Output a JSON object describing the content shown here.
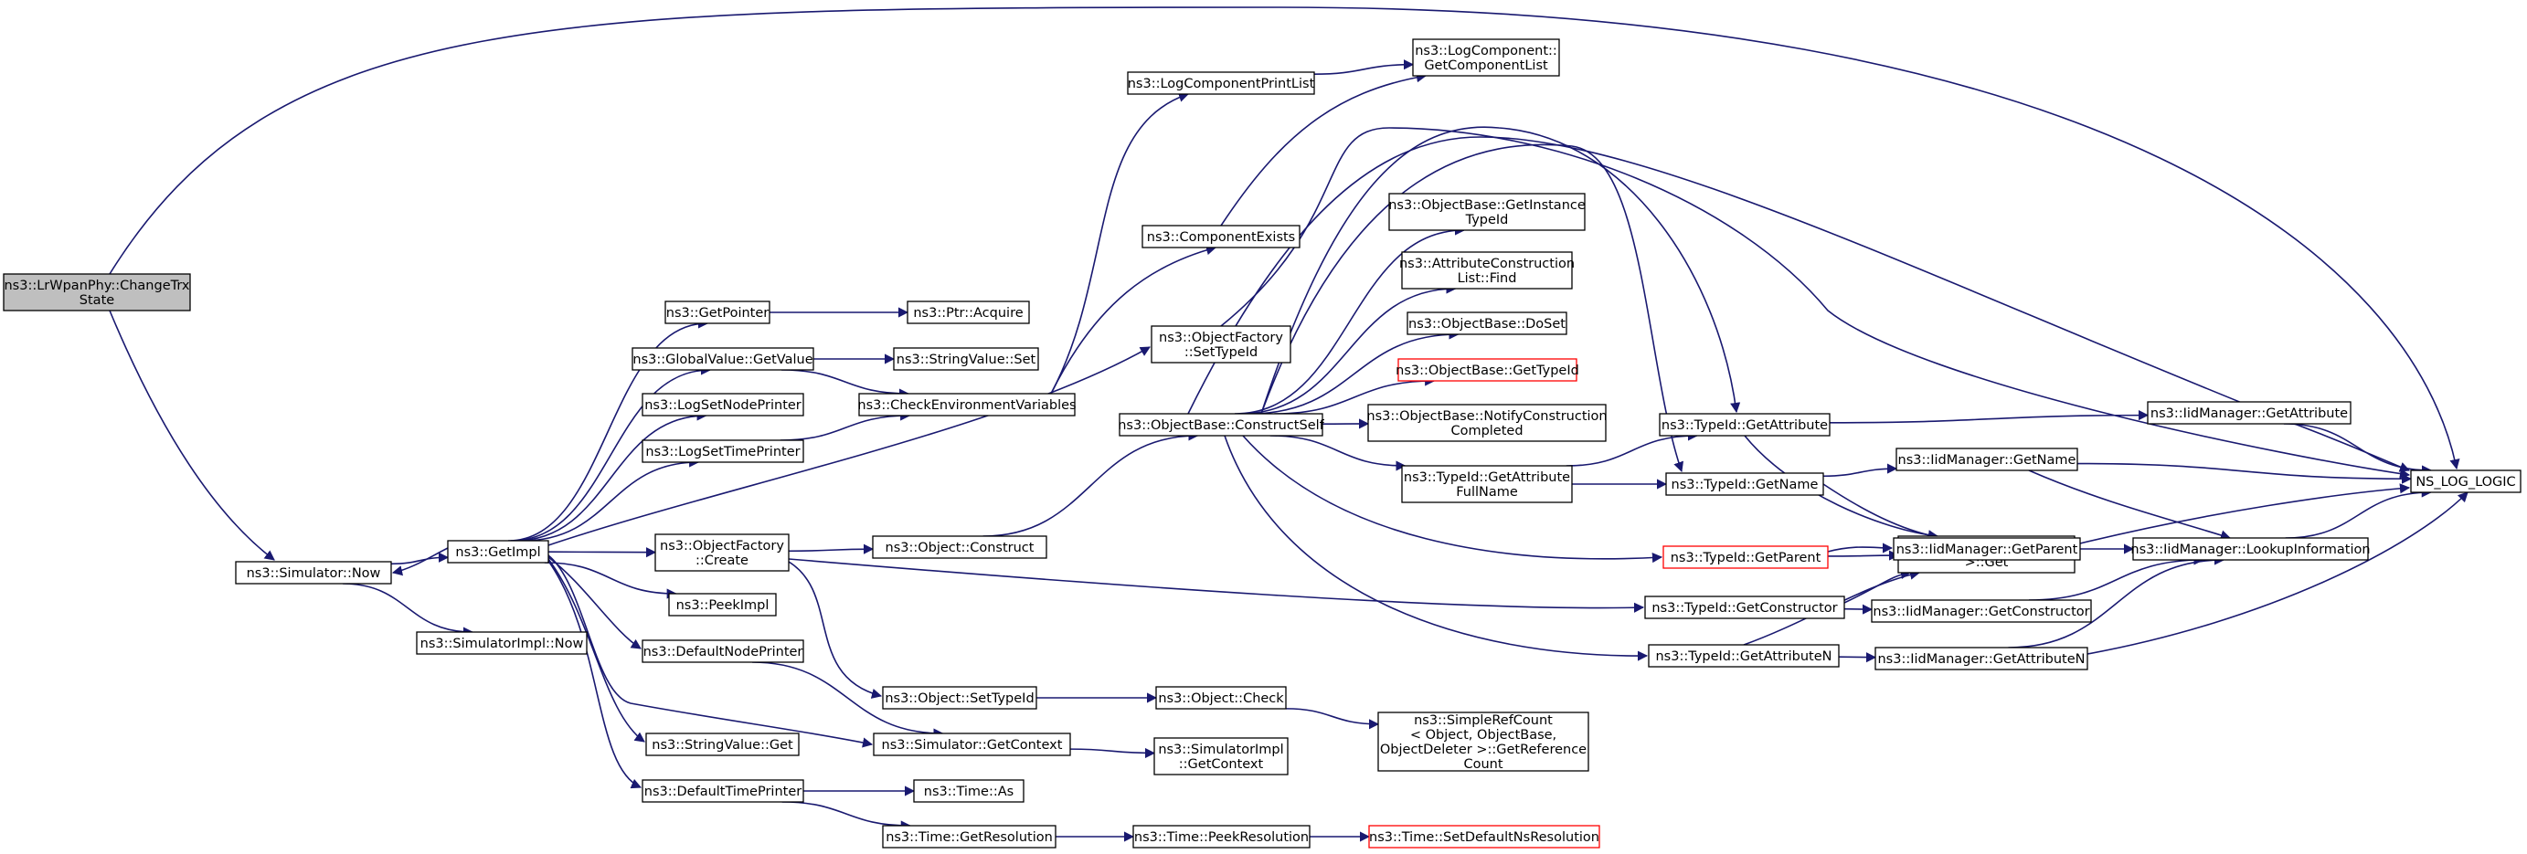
{
  "graph": {
    "edge_color": "#191970",
    "node_border_color": "#000000",
    "highlight_border_color": "#ff0000",
    "root_fill_color": "#bfbfbf",
    "nodes": [
      {
        "id": "changetrx",
        "lines": [
          "ns3::LrWpanPhy::ChangeTrx",
          "State"
        ],
        "style": "root"
      },
      {
        "id": "simnow",
        "lines": [
          "ns3::Simulator::Now"
        ]
      },
      {
        "id": "simimplnow",
        "lines": [
          "ns3::SimulatorImpl::Now"
        ]
      },
      {
        "id": "getimpl",
        "lines": [
          "ns3::GetImpl"
        ]
      },
      {
        "id": "getpointer",
        "lines": [
          "ns3::GetPointer"
        ]
      },
      {
        "id": "ptracquire",
        "lines": [
          "ns3::Ptr::Acquire"
        ]
      },
      {
        "id": "gvgetvalue",
        "lines": [
          "ns3::GlobalValue::GetValue"
        ]
      },
      {
        "id": "svset",
        "lines": [
          "ns3::StringValue::Set"
        ]
      },
      {
        "id": "logsetnode",
        "lines": [
          "ns3::LogSetNodePrinter"
        ]
      },
      {
        "id": "logsettime",
        "lines": [
          "ns3::LogSetTimePrinter"
        ]
      },
      {
        "id": "checkenv",
        "lines": [
          "ns3::CheckEnvironmentVariables"
        ]
      },
      {
        "id": "objfactcreate",
        "lines": [
          "ns3::ObjectFactory",
          "::Create"
        ]
      },
      {
        "id": "peekimpl",
        "lines": [
          "ns3::PeekImpl"
        ]
      },
      {
        "id": "defnodeprinter",
        "lines": [
          "ns3::DefaultNodePrinter"
        ]
      },
      {
        "id": "svget",
        "lines": [
          "ns3::StringValue::Get"
        ]
      },
      {
        "id": "deftimeprinter",
        "lines": [
          "ns3::DefaultTimePrinter"
        ]
      },
      {
        "id": "logcompprintlist",
        "lines": [
          "ns3::LogComponentPrintList"
        ]
      },
      {
        "id": "logcompgetlist",
        "lines": [
          "ns3::LogComponent::",
          "GetComponentList"
        ]
      },
      {
        "id": "compexists",
        "lines": [
          "ns3::ComponentExists"
        ]
      },
      {
        "id": "objfactsettypeid",
        "lines": [
          "ns3::ObjectFactory",
          "::SetTypeId"
        ]
      },
      {
        "id": "constructself",
        "lines": [
          "ns3::ObjectBase::ConstructSelf"
        ]
      },
      {
        "id": "objconstruct",
        "lines": [
          "ns3::Object::Construct"
        ]
      },
      {
        "id": "objsettypeid",
        "lines": [
          "ns3::Object::SetTypeId"
        ]
      },
      {
        "id": "objcheck",
        "lines": [
          "ns3::Object::Check"
        ]
      },
      {
        "id": "simgetcontext",
        "lines": [
          "ns3::Simulator::GetContext"
        ]
      },
      {
        "id": "simimplgetcontext",
        "lines": [
          "ns3::SimulatorImpl",
          "::GetContext"
        ]
      },
      {
        "id": "timeas",
        "lines": [
          "ns3::Time::As"
        ]
      },
      {
        "id": "timegetres",
        "lines": [
          "ns3::Time::GetResolution"
        ]
      },
      {
        "id": "timepeekres",
        "lines": [
          "ns3::Time::PeekResolution"
        ]
      },
      {
        "id": "timesetdefault",
        "lines": [
          "ns3::Time::SetDefaultNsResolution"
        ],
        "style": "red"
      },
      {
        "id": "getinstancetypeid",
        "lines": [
          "ns3::ObjectBase::GetInstance",
          "TypeId"
        ]
      },
      {
        "id": "attrconstrfind",
        "lines": [
          "ns3::AttributeConstruction",
          "List::Find"
        ]
      },
      {
        "id": "doset",
        "lines": [
          "ns3::ObjectBase::DoSet"
        ]
      },
      {
        "id": "obgettypeid",
        "lines": [
          "ns3::ObjectBase::GetTypeId"
        ],
        "style": "red"
      },
      {
        "id": "notifyconstr",
        "lines": [
          "ns3::ObjectBase::NotifyConstruction",
          "Completed"
        ]
      },
      {
        "id": "gettypeattrfull",
        "lines": [
          "ns3::TypeId::GetAttribute",
          "FullName"
        ]
      },
      {
        "id": "simplerefcount",
        "lines": [
          "ns3::SimpleRefCount",
          "< Object, ObjectBase,",
          "ObjectDeleter >::GetReference",
          "Count"
        ]
      },
      {
        "id": "typeidgetattr",
        "lines": [
          "ns3::TypeId::GetAttribute"
        ]
      },
      {
        "id": "typeidgetname",
        "lines": [
          "ns3::TypeId::GetName"
        ]
      },
      {
        "id": "typeidgetparent",
        "lines": [
          "ns3::TypeId::GetParent"
        ],
        "style": "red"
      },
      {
        "id": "typeidgetconstr",
        "lines": [
          "ns3::TypeId::GetConstructor"
        ]
      },
      {
        "id": "typeidgetattrn",
        "lines": [
          "ns3::TypeId::GetAttributeN"
        ]
      },
      {
        "id": "singletonget",
        "lines": [
          "ns3::Singleton< IidManager",
          " >::Get"
        ]
      },
      {
        "id": "iidgetattr",
        "lines": [
          "ns3::IidManager::GetAttribute"
        ]
      },
      {
        "id": "iidgetname",
        "lines": [
          "ns3::IidManager::GetName"
        ]
      },
      {
        "id": "iidgetparent",
        "lines": [
          "ns3::IidManager::GetParent"
        ]
      },
      {
        "id": "iidgetconstr",
        "lines": [
          "ns3::IidManager::GetConstructor"
        ]
      },
      {
        "id": "iidgetattrn",
        "lines": [
          "ns3::IidManager::GetAttributeN"
        ]
      },
      {
        "id": "iidlookup",
        "lines": [
          "ns3::IidManager::LookupInformation"
        ]
      },
      {
        "id": "nsloglogic",
        "lines": [
          "NS_LOG_LOGIC"
        ]
      }
    ],
    "edges": [
      [
        "changetrx",
        "nsloglogic"
      ],
      [
        "changetrx",
        "simnow"
      ],
      [
        "simnow",
        "getimpl"
      ],
      [
        "simnow",
        "simimplnow"
      ],
      [
        "getimpl",
        "getpointer"
      ],
      [
        "getimpl",
        "gvgetvalue"
      ],
      [
        "getimpl",
        "logsetnode"
      ],
      [
        "getimpl",
        "logsettime"
      ],
      [
        "getimpl",
        "objfactcreate"
      ],
      [
        "getimpl",
        "peekimpl"
      ],
      [
        "getimpl",
        "defnodeprinter"
      ],
      [
        "getimpl",
        "svget"
      ],
      [
        "getimpl",
        "deftimeprinter"
      ],
      [
        "getimpl",
        "objfactsettypeid"
      ],
      [
        "getimpl",
        "simgetcontext"
      ],
      [
        "getimpl",
        "simnow"
      ],
      [
        "getpointer",
        "ptracquire"
      ],
      [
        "gvgetvalue",
        "svset"
      ],
      [
        "gvgetvalue",
        "checkenv"
      ],
      [
        "logsettime",
        "checkenv"
      ],
      [
        "checkenv",
        "logcompprintlist"
      ],
      [
        "checkenv",
        "compexists"
      ],
      [
        "logcompprintlist",
        "logcompgetlist"
      ],
      [
        "compexists",
        "logcompgetlist"
      ],
      [
        "objfactsettypeid",
        "nsloglogic"
      ],
      [
        "objfactcreate",
        "objconstruct"
      ],
      [
        "objfactcreate",
        "objsettypeid"
      ],
      [
        "objfactcreate",
        "typeidgetconstr"
      ],
      [
        "objconstruct",
        "constructself"
      ],
      [
        "objsettypeid",
        "objcheck"
      ],
      [
        "objcheck",
        "simplerefcount"
      ],
      [
        "defnodeprinter",
        "simgetcontext"
      ],
      [
        "simgetcontext",
        "simimplgetcontext"
      ],
      [
        "deftimeprinter",
        "timeas"
      ],
      [
        "deftimeprinter",
        "timegetres"
      ],
      [
        "timegetres",
        "timepeekres"
      ],
      [
        "timepeekres",
        "timesetdefault"
      ],
      [
        "constructself",
        "getinstancetypeid"
      ],
      [
        "constructself",
        "attrconstrfind"
      ],
      [
        "constructself",
        "doset"
      ],
      [
        "constructself",
        "obgettypeid"
      ],
      [
        "constructself",
        "notifyconstr"
      ],
      [
        "constructself",
        "gettypeattrfull"
      ],
      [
        "constructself",
        "typeidgetattr"
      ],
      [
        "constructself",
        "typeidgetname"
      ],
      [
        "constructself",
        "typeidgetparent"
      ],
      [
        "constructself",
        "typeidgetattrn"
      ],
      [
        "constructself",
        "nsloglogic"
      ],
      [
        "gettypeattrfull",
        "typeidgetattr"
      ],
      [
        "gettypeattrfull",
        "typeidgetname"
      ],
      [
        "typeidgetattr",
        "iidgetattr"
      ],
      [
        "typeidgetattr",
        "singletonget"
      ],
      [
        "typeidgetname",
        "iidgetname"
      ],
      [
        "typeidgetname",
        "singletonget"
      ],
      [
        "typeidgetparent",
        "iidgetparent"
      ],
      [
        "typeidgetparent",
        "singletonget"
      ],
      [
        "typeidgetconstr",
        "iidgetconstr"
      ],
      [
        "typeidgetconstr",
        "singletonget"
      ],
      [
        "typeidgetattrn",
        "iidgetattrn"
      ],
      [
        "typeidgetattrn",
        "singletonget"
      ],
      [
        "iidgetattr",
        "nsloglogic"
      ],
      [
        "iidgetname",
        "nsloglogic"
      ],
      [
        "iidgetname",
        "iidlookup"
      ],
      [
        "iidgetparent",
        "nsloglogic"
      ],
      [
        "iidgetparent",
        "iidlookup"
      ],
      [
        "iidgetconstr",
        "iidlookup"
      ],
      [
        "iidgetattrn",
        "iidlookup"
      ],
      [
        "iidgetattrn",
        "nsloglogic"
      ],
      [
        "iidlookup",
        "nsloglogic"
      ]
    ]
  }
}
